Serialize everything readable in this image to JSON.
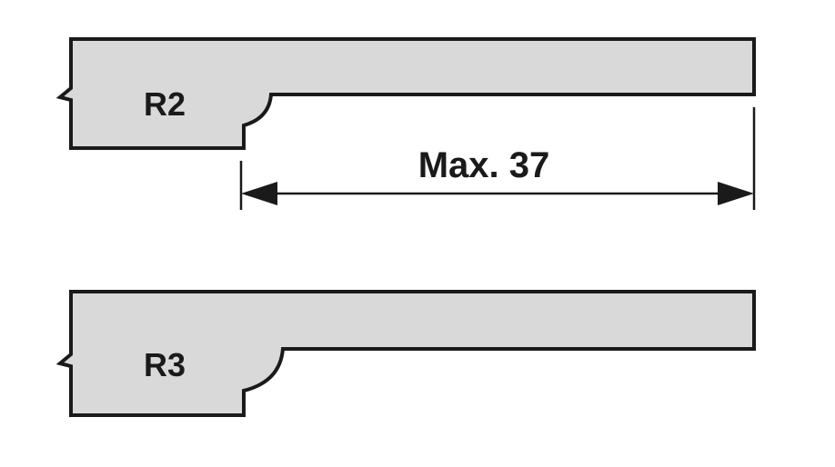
{
  "colors": {
    "profile_fill": "#d9d9d9",
    "outline": "#1a1a1a",
    "background": "#ffffff"
  },
  "profiles": [
    {
      "label": "R2"
    },
    {
      "label": "R3"
    }
  ],
  "dimension": {
    "label": "Max. 37"
  }
}
